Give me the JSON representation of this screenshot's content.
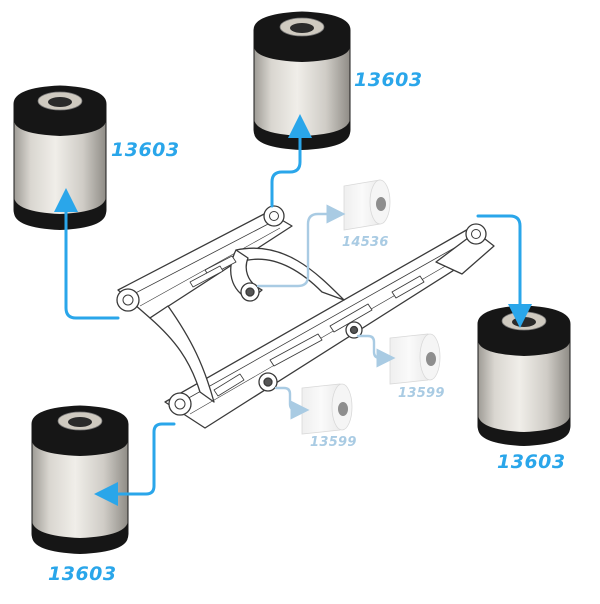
{
  "colors": {
    "accent": "#2aa6ea",
    "accent_faded": "#a9cbe3",
    "bushing_body": "#d6d3cd",
    "bushing_dark": "#141414",
    "frame_outline": "#3a3a3a"
  },
  "labels": {
    "top_left": "13603",
    "top_center": "13603",
    "right": "13603",
    "bottom_left": "13603",
    "small_top": "14536",
    "small_right": "13599",
    "small_bottom": "13599"
  }
}
